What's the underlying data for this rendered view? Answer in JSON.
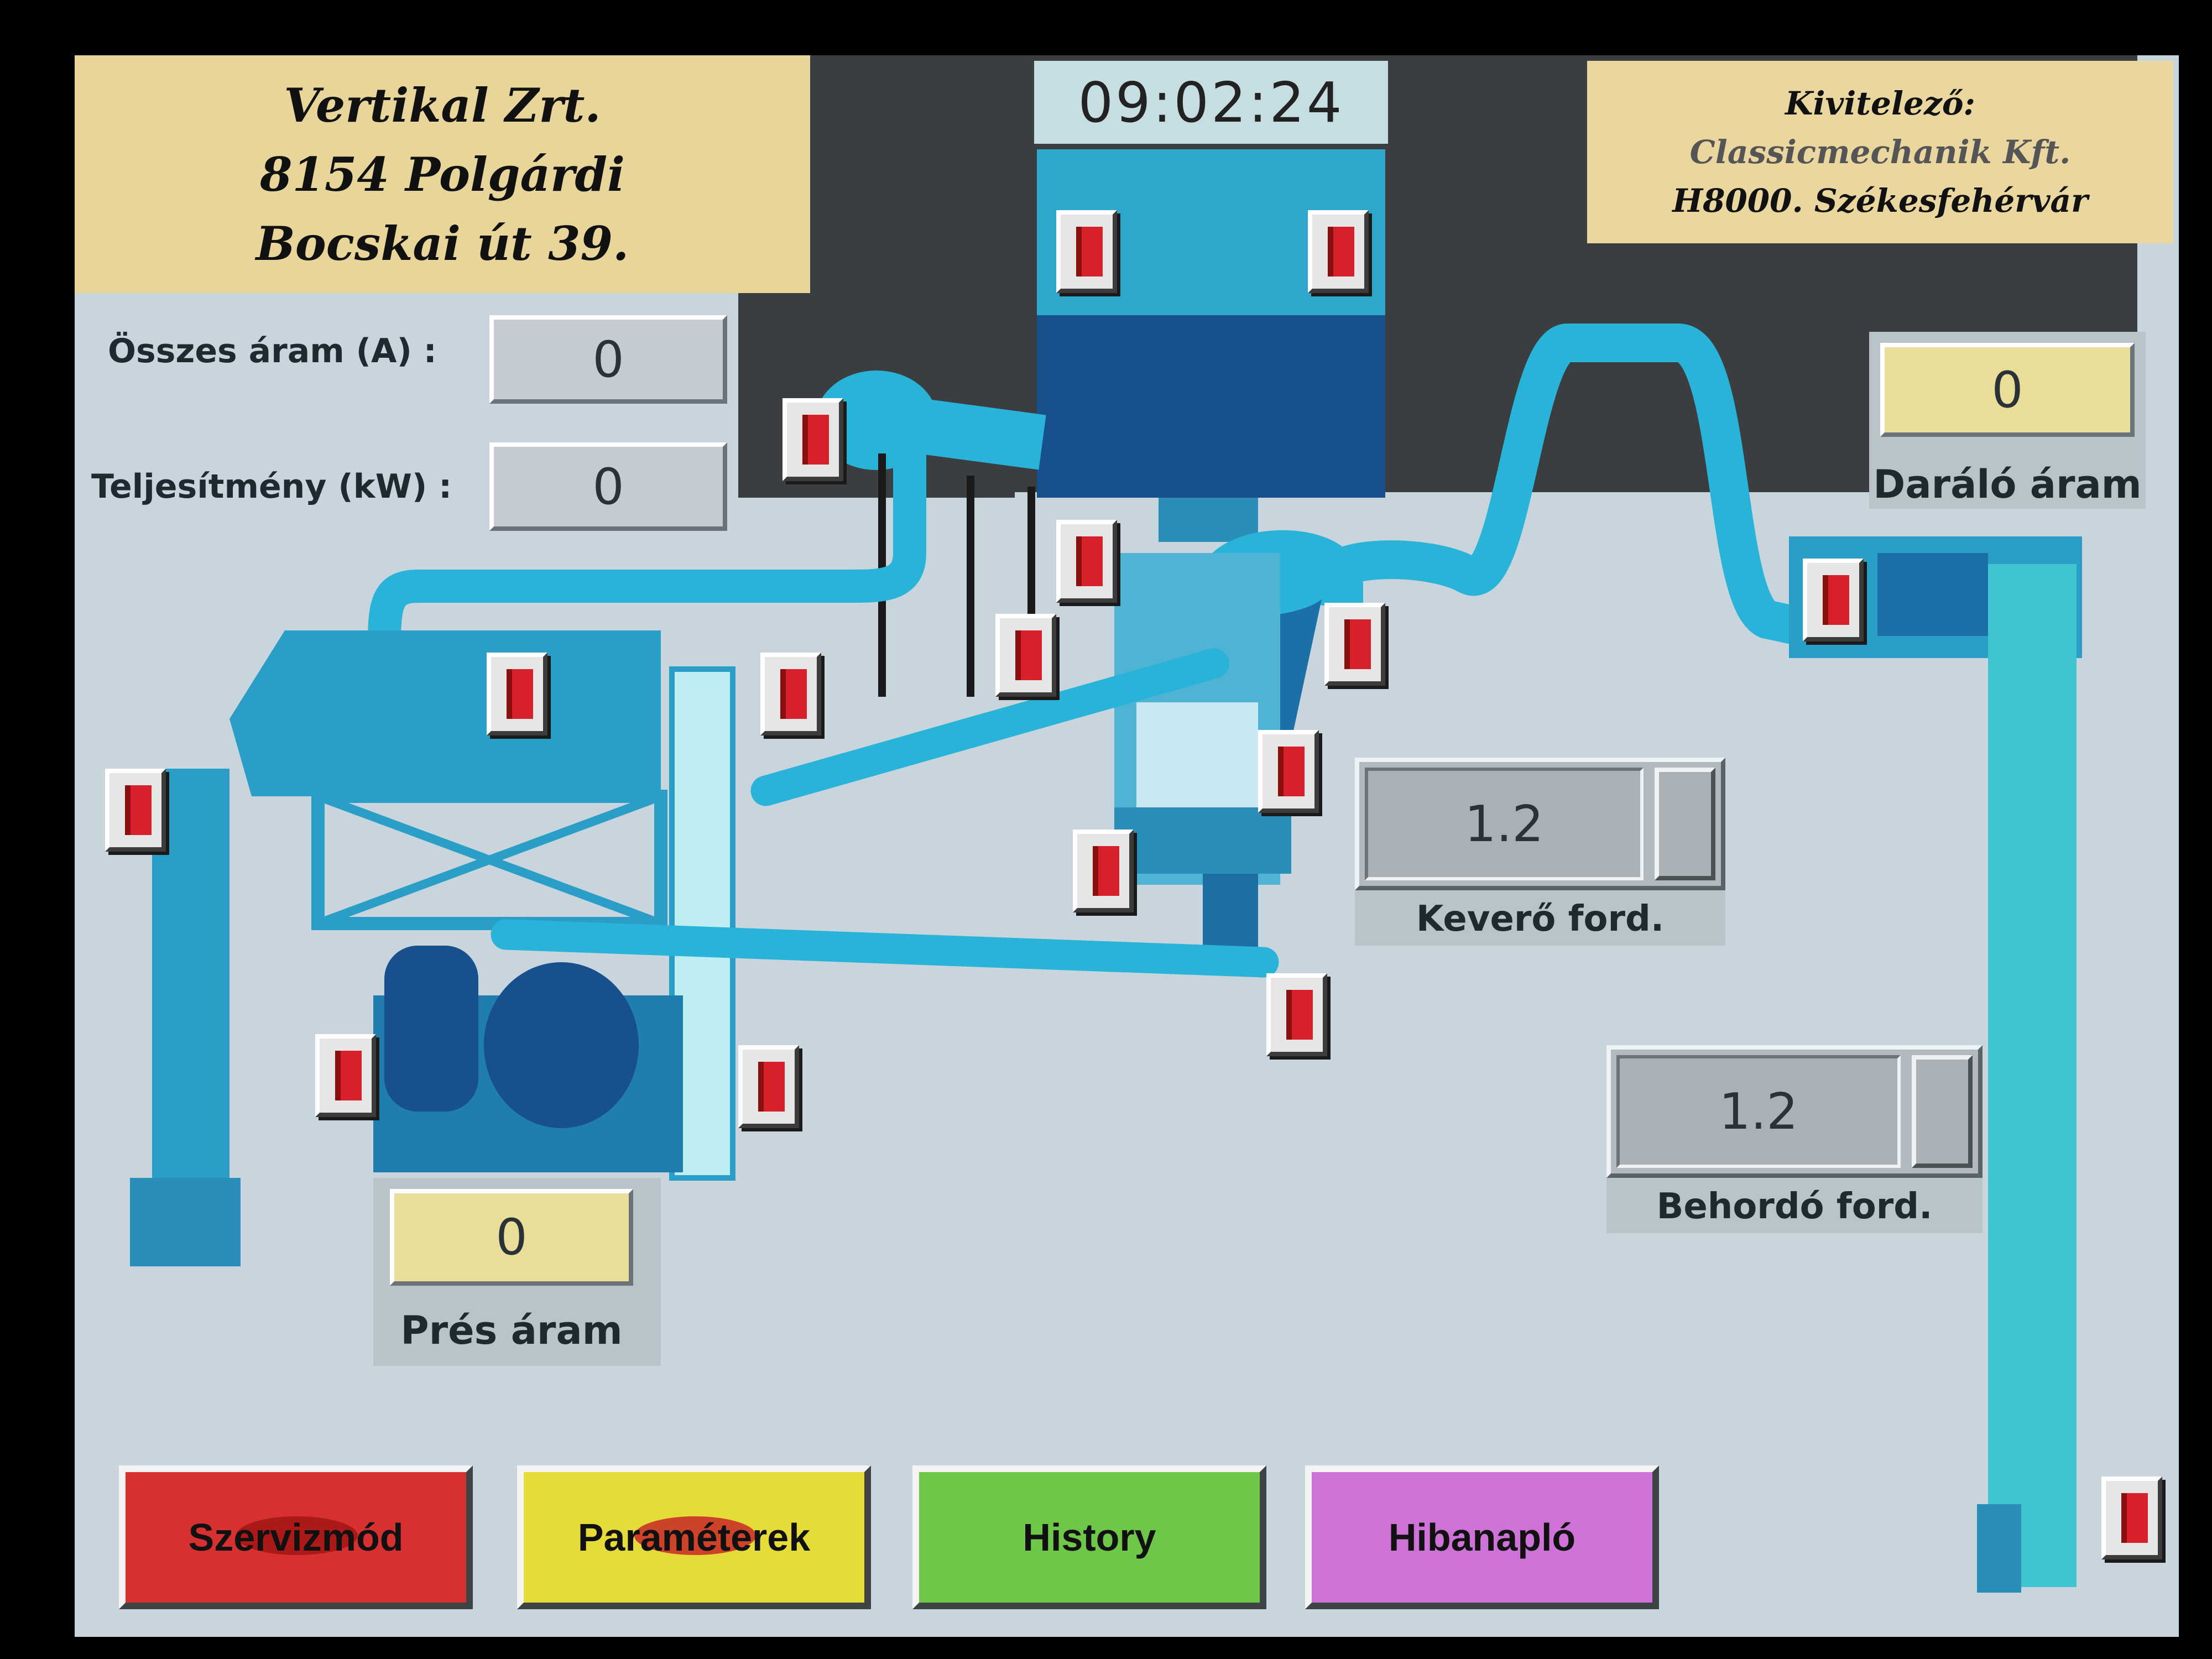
{
  "header": {
    "company_lines": [
      "Vertikal Zrt.",
      "8154 Polgárdi",
      "Bocskai út 39."
    ],
    "contractor_lines": [
      "Kivitelező:",
      "Classicmechanik Kft.",
      "H8000. Székesfehérvár"
    ],
    "clock": "09:02:24"
  },
  "readouts": {
    "total_current": {
      "label": "Összes áram (A) :",
      "value": "0"
    },
    "power": {
      "label": "Teljesítmény (kW) :",
      "value": "0"
    },
    "grinder_current": {
      "label": "Daráló áram",
      "value": "0"
    },
    "press_current": {
      "label": "Prés áram",
      "value": "0"
    }
  },
  "setpoints": {
    "mixer_speed": {
      "label": "Keverő ford.",
      "value": "1.2"
    },
    "feeder_speed": {
      "label": "Behordó ford.",
      "value": "1.2"
    }
  },
  "nav": {
    "service_mode": "Szervizmód",
    "parameters": "Paraméterek",
    "history": "History",
    "error_log": "Hibanapló"
  },
  "colors": {
    "machine": "#2aa7c9",
    "machine_dark": "#1565a0",
    "switch_red": "#d8202a",
    "service_btn": "#d63030",
    "params_btn": "#e5dc3a",
    "history_btn": "#6fc74a",
    "errorlog_btn": "#cf72d8"
  }
}
